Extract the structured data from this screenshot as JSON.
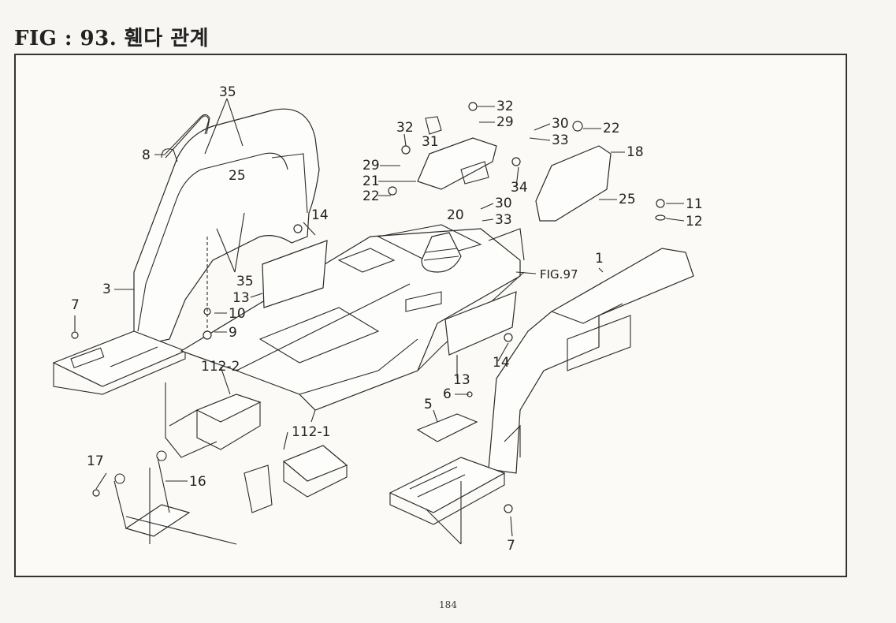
{
  "title": "FIG : 93.  휀다 관계",
  "page_number": "184",
  "reference": "FIG.97",
  "callouts": [
    "35",
    "8",
    "25",
    "3",
    "35",
    "7",
    "10",
    "9",
    "14",
    "13",
    "112-2",
    "17",
    "16",
    "112-1",
    "32",
    "31",
    "29",
    "21",
    "22",
    "32",
    "29",
    "30",
    "33",
    "22",
    "18",
    "34",
    "30",
    "33",
    "20",
    "25",
    "11",
    "12",
    "1",
    "13",
    "14",
    "5",
    "6",
    "7"
  ]
}
